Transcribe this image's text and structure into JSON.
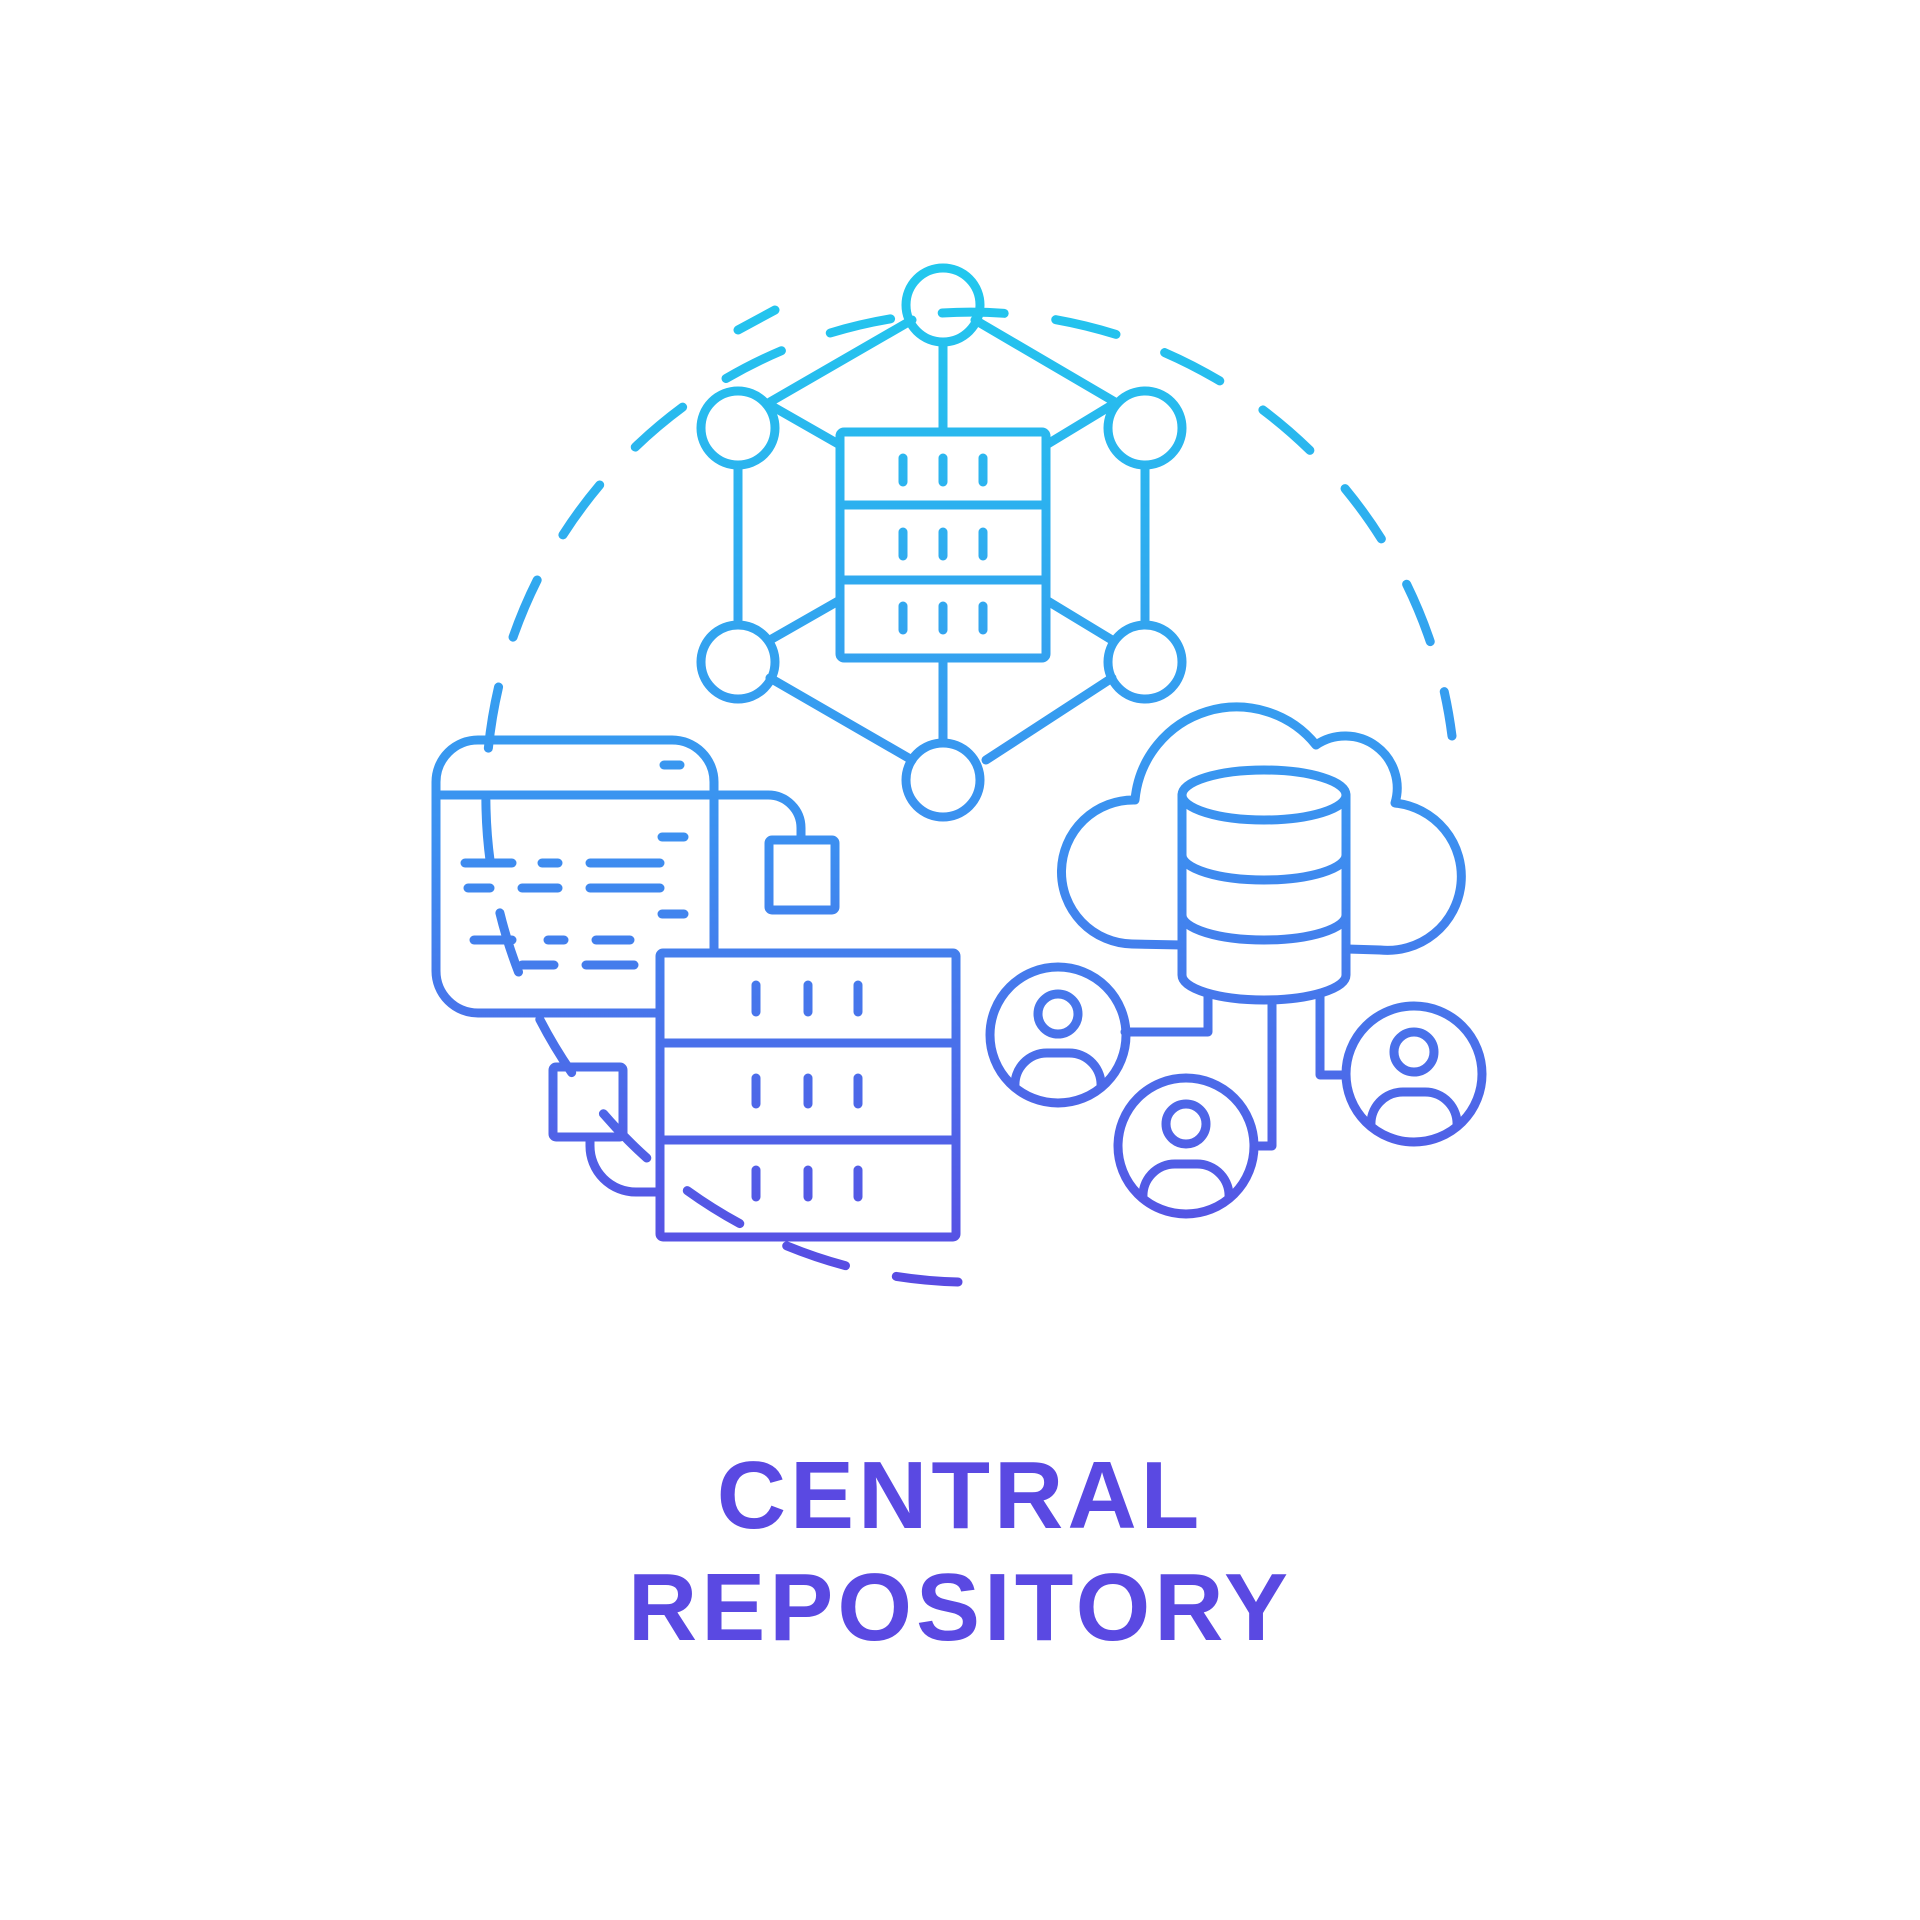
{
  "caption": {
    "line1": "CENTRAL",
    "line2": "REPOSITORY"
  },
  "colors": {
    "gradient_start": "#22c7ee",
    "gradient_mid": "#3c8ff0",
    "gradient_end": "#5a49e2",
    "background": "#ffffff"
  },
  "icons": [
    "dashed-circle-frame",
    "network-server-hub-icon",
    "code-window-icon",
    "server-rack-icon",
    "cloud-database-icon",
    "user-icon"
  ]
}
